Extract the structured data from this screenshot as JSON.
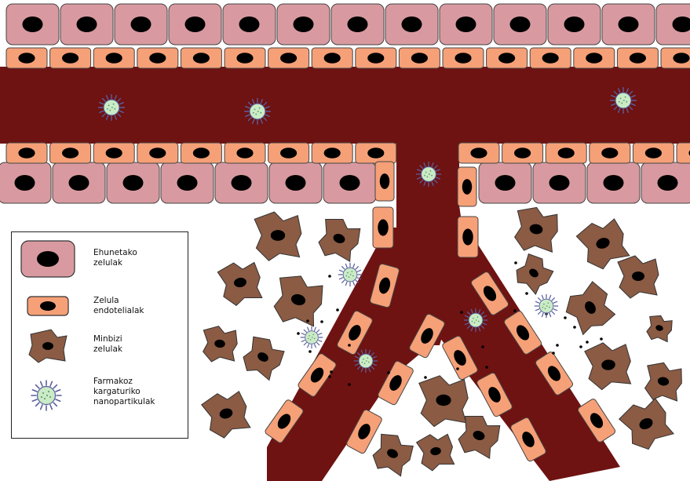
{
  "legend": {
    "tissue_cells": "Ehunetako\nzelulak",
    "endothelial_cells": "Zelula\nendotelialak",
    "cancer_cells": "Minbizi\nzelulak",
    "nanoparticles": "Farmakoz\nkargaturiko\nnanopartikulak"
  },
  "colors": {
    "tissue_cell": "#d89aa0",
    "endothelial_cell": "#f6a077",
    "cancer_cell": "#8b5b44",
    "vessel": "#6f1212",
    "nucleus": "#000000",
    "nanoparticle_core": "#c9ebc6",
    "nanoparticle_spikes": "#5a5f9e"
  },
  "icons": [
    "tissue-cell-icon",
    "endothelial-cell-icon",
    "cancer-cell-icon",
    "nanoparticle-icon"
  ]
}
